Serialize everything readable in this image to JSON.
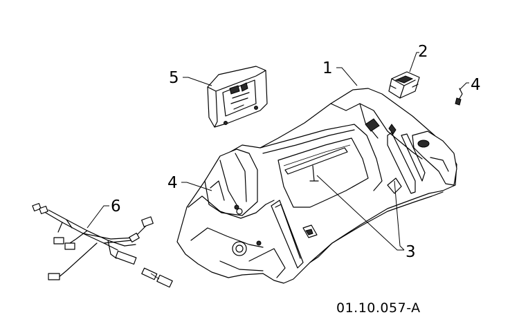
{
  "callouts": {
    "c1": "1",
    "c2": "2",
    "c3": "3",
    "c4a": "4",
    "c4b": "4",
    "c5": "5",
    "c6": "6"
  },
  "drawing_code": "01.10.057-A",
  "colors": {
    "ink": "#000000",
    "paper": "#ffffff"
  }
}
